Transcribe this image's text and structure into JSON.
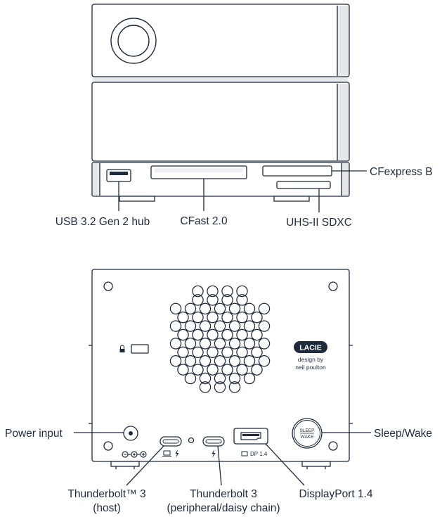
{
  "front_view": {
    "callouts": {
      "cfexpress": "CFexpress B",
      "usb": "USB 3.2 Gen 2 hub",
      "cfast": "CFast 2.0",
      "sdxc": "UHS-II SDXC"
    }
  },
  "rear_view": {
    "callouts": {
      "power": "Power input",
      "sleep": "Sleep/Wake",
      "tb_host_line1": "Thunderbolt™ 3",
      "tb_host_line2": "(host)",
      "tb_periph_line1": "Thunderbolt 3",
      "tb_periph_line2": "(peripheral/daisy chain)",
      "displayport": "DisplayPort 1.4"
    },
    "logo": {
      "brand": "LACIE",
      "tagline_line1": "design by",
      "tagline_line2": "neil poulton"
    },
    "port_marks": {
      "dp": "DP 1.4"
    },
    "sleep_button": {
      "line1": "SLEEP",
      "line2": "WAKE"
    }
  }
}
